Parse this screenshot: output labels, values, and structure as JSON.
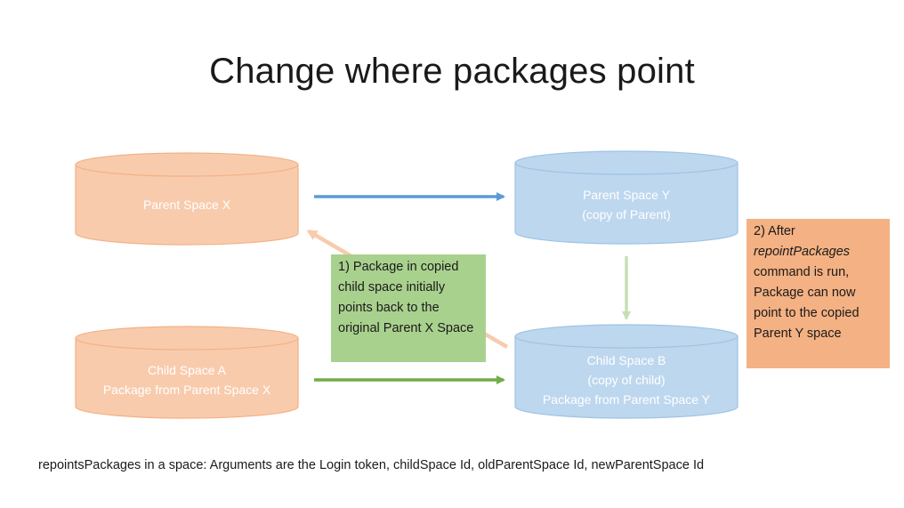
{
  "title": "Change where packages point",
  "cylinders": {
    "parent_x": {
      "line1": "Parent Space X",
      "line2": "",
      "line3": ""
    },
    "parent_y": {
      "line1": "Parent Space Y",
      "line2": "(copy of Parent)",
      "line3": ""
    },
    "child_a": {
      "line1": "Child Space A",
      "line2": "Package from Parent Space X",
      "line3": ""
    },
    "child_b": {
      "line1": "Child Space B",
      "line2": "(copy of child)",
      "line3": "Package from Parent Space Y"
    }
  },
  "notes": {
    "note1": "1) Package in copied child space initially points back to the original Parent X Space",
    "note2_before": "2) After ",
    "note2_em": "repointPackages",
    "note2_after": " command is run, Package can now point to the copied Parent Y space"
  },
  "footer": "repointsPackages in a space: Arguments are the Login token, childSpace Id, oldParentSpace Id, newParentSpace Id",
  "colors": {
    "orange_fill": "#f8cbad",
    "orange_stroke": "#f4b183",
    "blue_fill": "#bdd7ee",
    "blue_stroke": "#9dc3e6",
    "arrow_blue": "#5b9bd5",
    "arrow_green": "#70ad47",
    "arrow_light_green": "#c5e0b4",
    "arrow_peach": "#f8cbad"
  }
}
